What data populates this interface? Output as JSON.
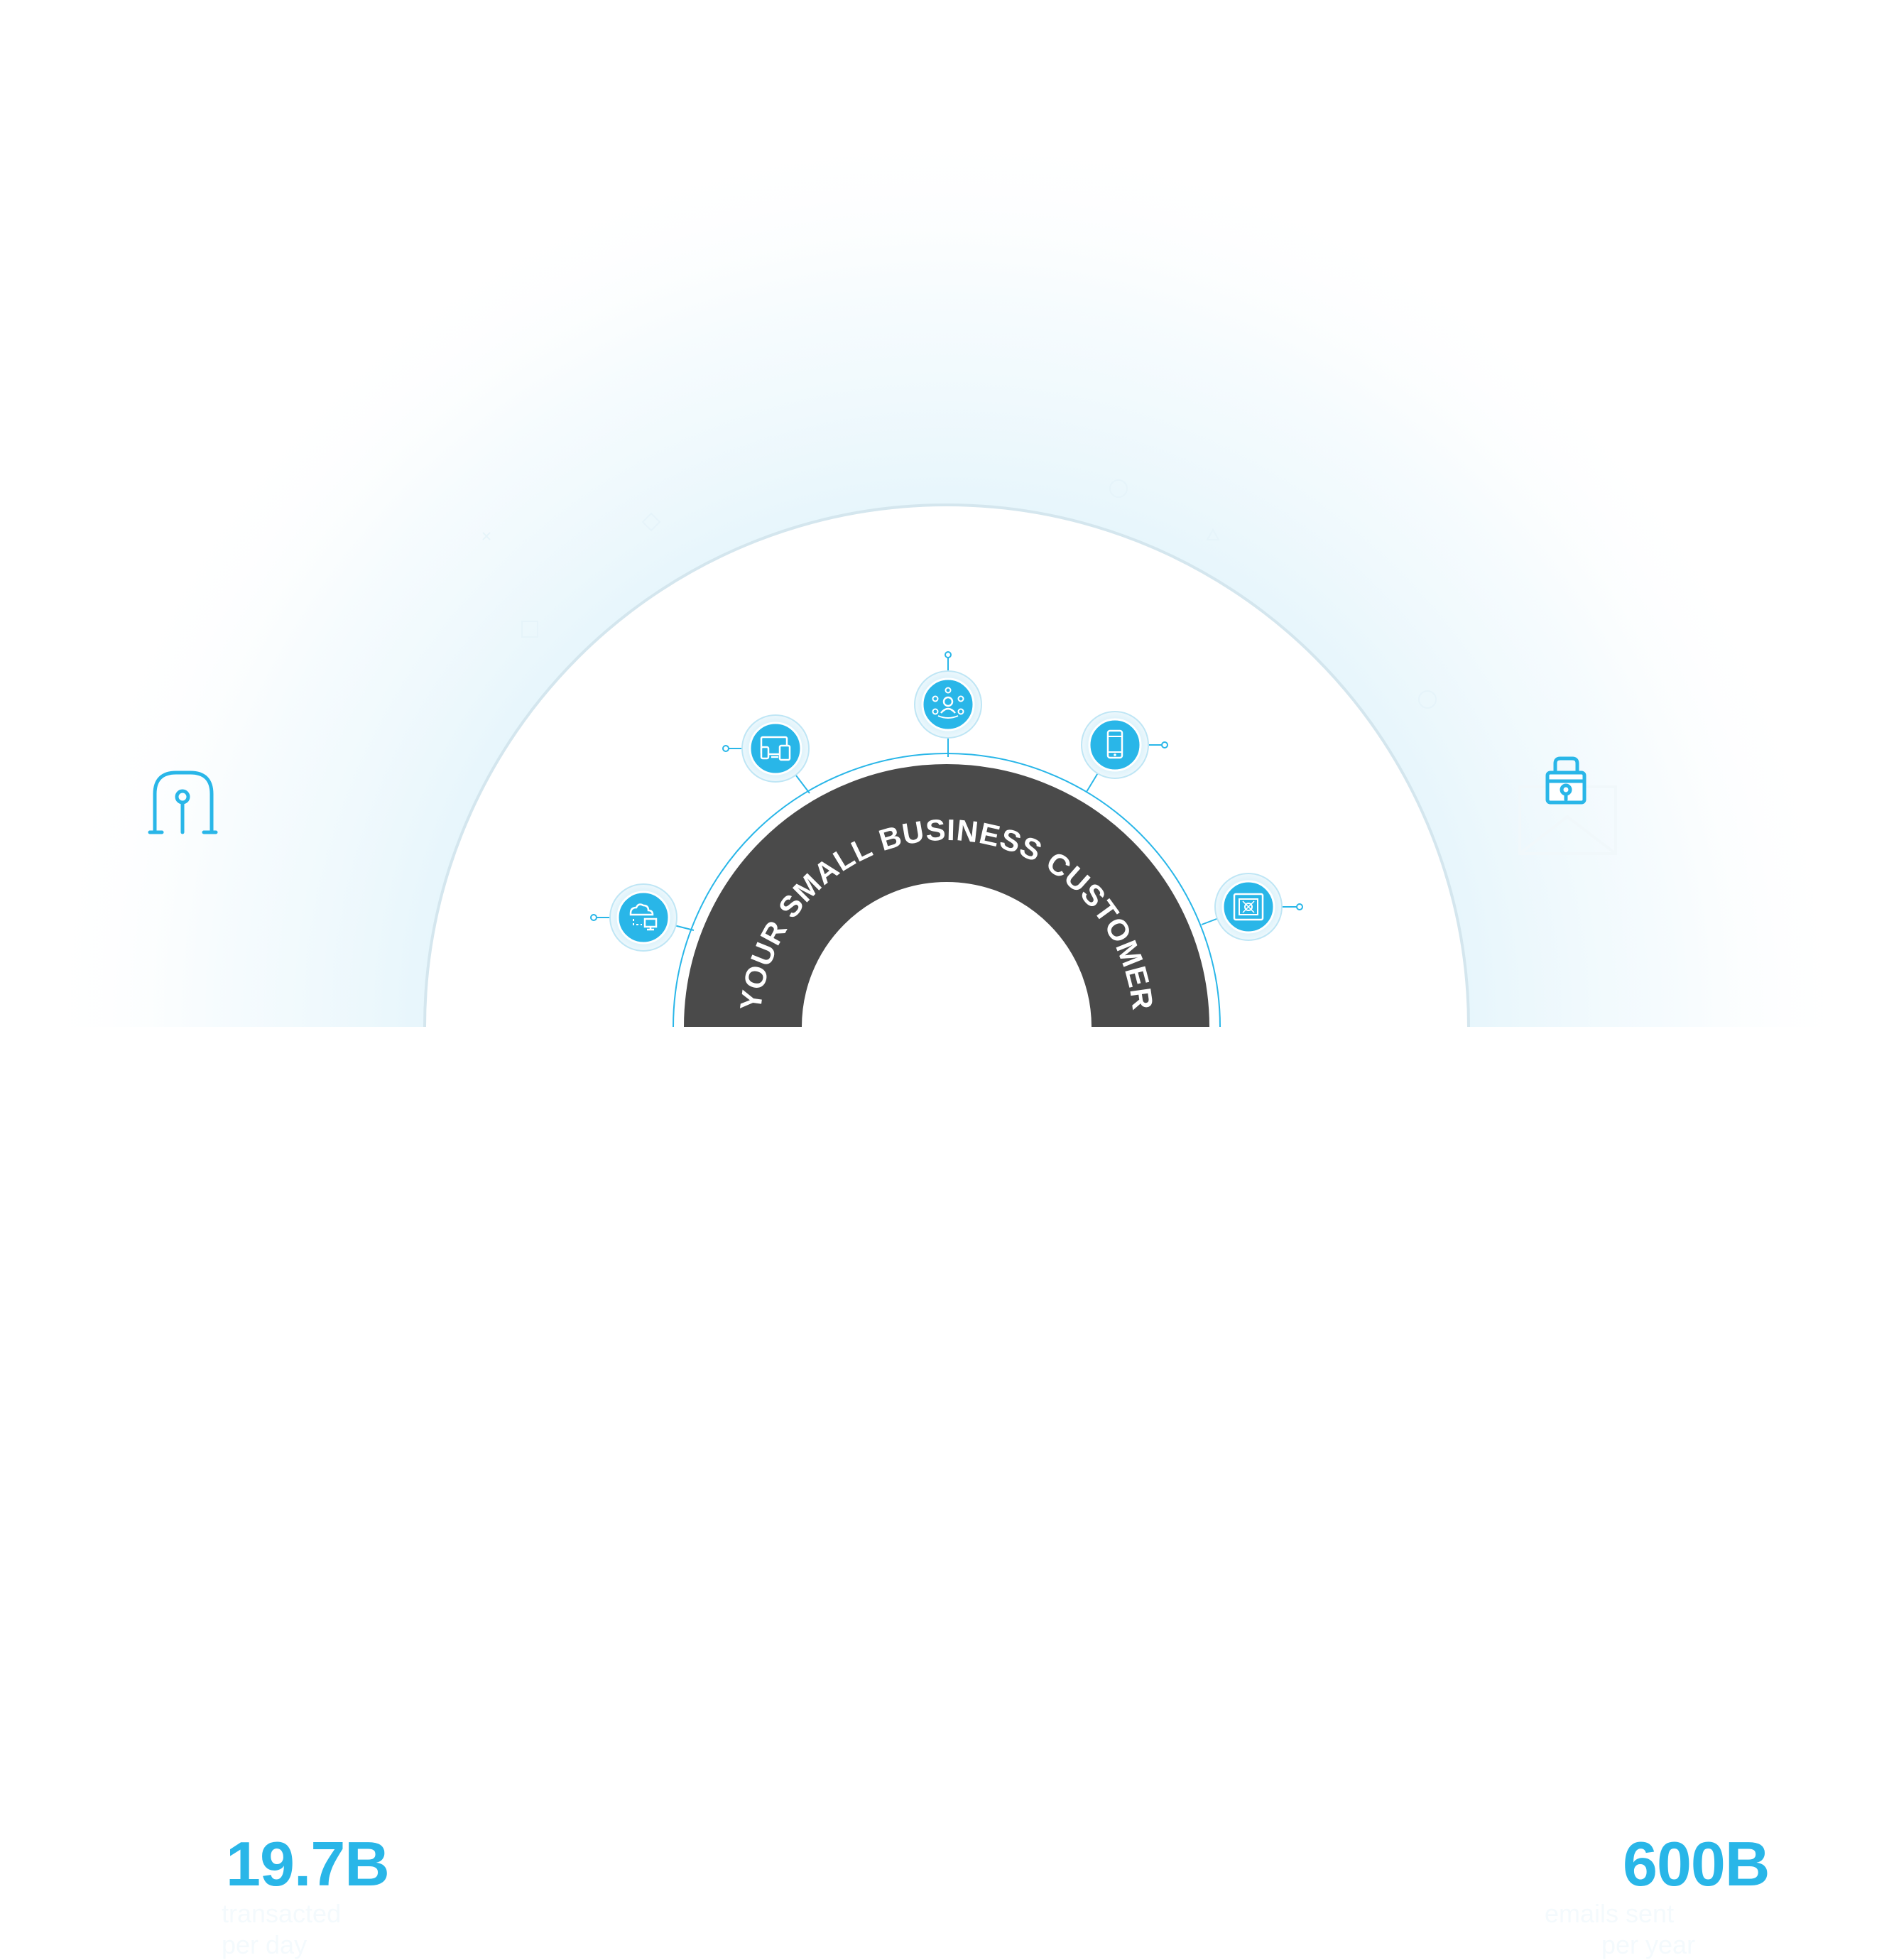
{
  "colors": {
    "accent": "#29b6e8",
    "accent_light": "#c8ecf9",
    "ring_dark": "#4a4a4a",
    "ring_text": "#ffffff",
    "halo": "#dff3fb",
    "outline": "#d4e6ee"
  },
  "ring": {
    "label": "YOUR SMALL BUSINESS CUSTOMER"
  },
  "stats": {
    "left": {
      "value": "19.7B",
      "caption_line1": "transacted",
      "caption_line2": "per day",
      "icon": "gateway-pin-icon"
    },
    "right": {
      "value": "600B",
      "caption_line1": "emails sent",
      "caption_line2": "per year",
      "icon": "padlock-envelope-icon"
    }
  },
  "nodes": [
    {
      "icon": "cloud-transfer-icon"
    },
    {
      "icon": "multi-device-icon"
    },
    {
      "icon": "people-network-icon"
    },
    {
      "icon": "smartphone-icon"
    },
    {
      "icon": "safe-vault-icon"
    }
  ]
}
